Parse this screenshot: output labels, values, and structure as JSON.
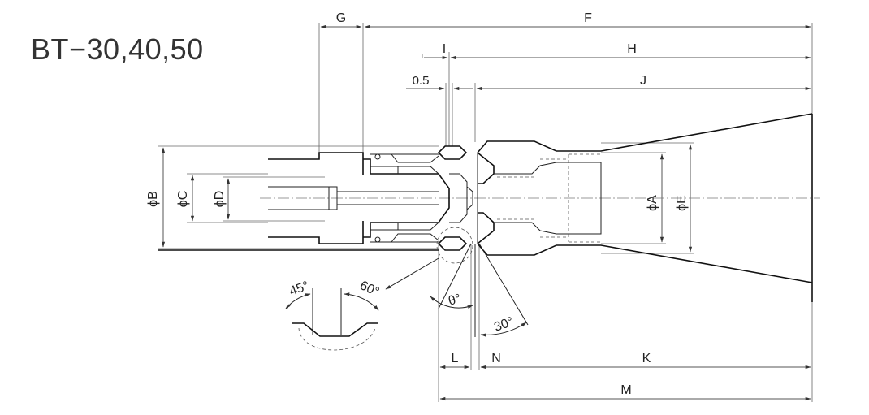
{
  "title": "BT−30,40,50",
  "dimensions": {
    "G": "G",
    "F": "F",
    "I": "I",
    "H": "H",
    "d05": "0.5",
    "J": "J",
    "phiB": "ϕB",
    "phiC": "ϕC",
    "phiD": "ϕD",
    "phiA": "ϕA",
    "phiE": "ϕE",
    "L": "L",
    "N": "N",
    "K": "K",
    "M": "M"
  },
  "angles": {
    "a45": "45°",
    "a60": "60°",
    "theta": "θ°",
    "a30": "30°"
  }
}
